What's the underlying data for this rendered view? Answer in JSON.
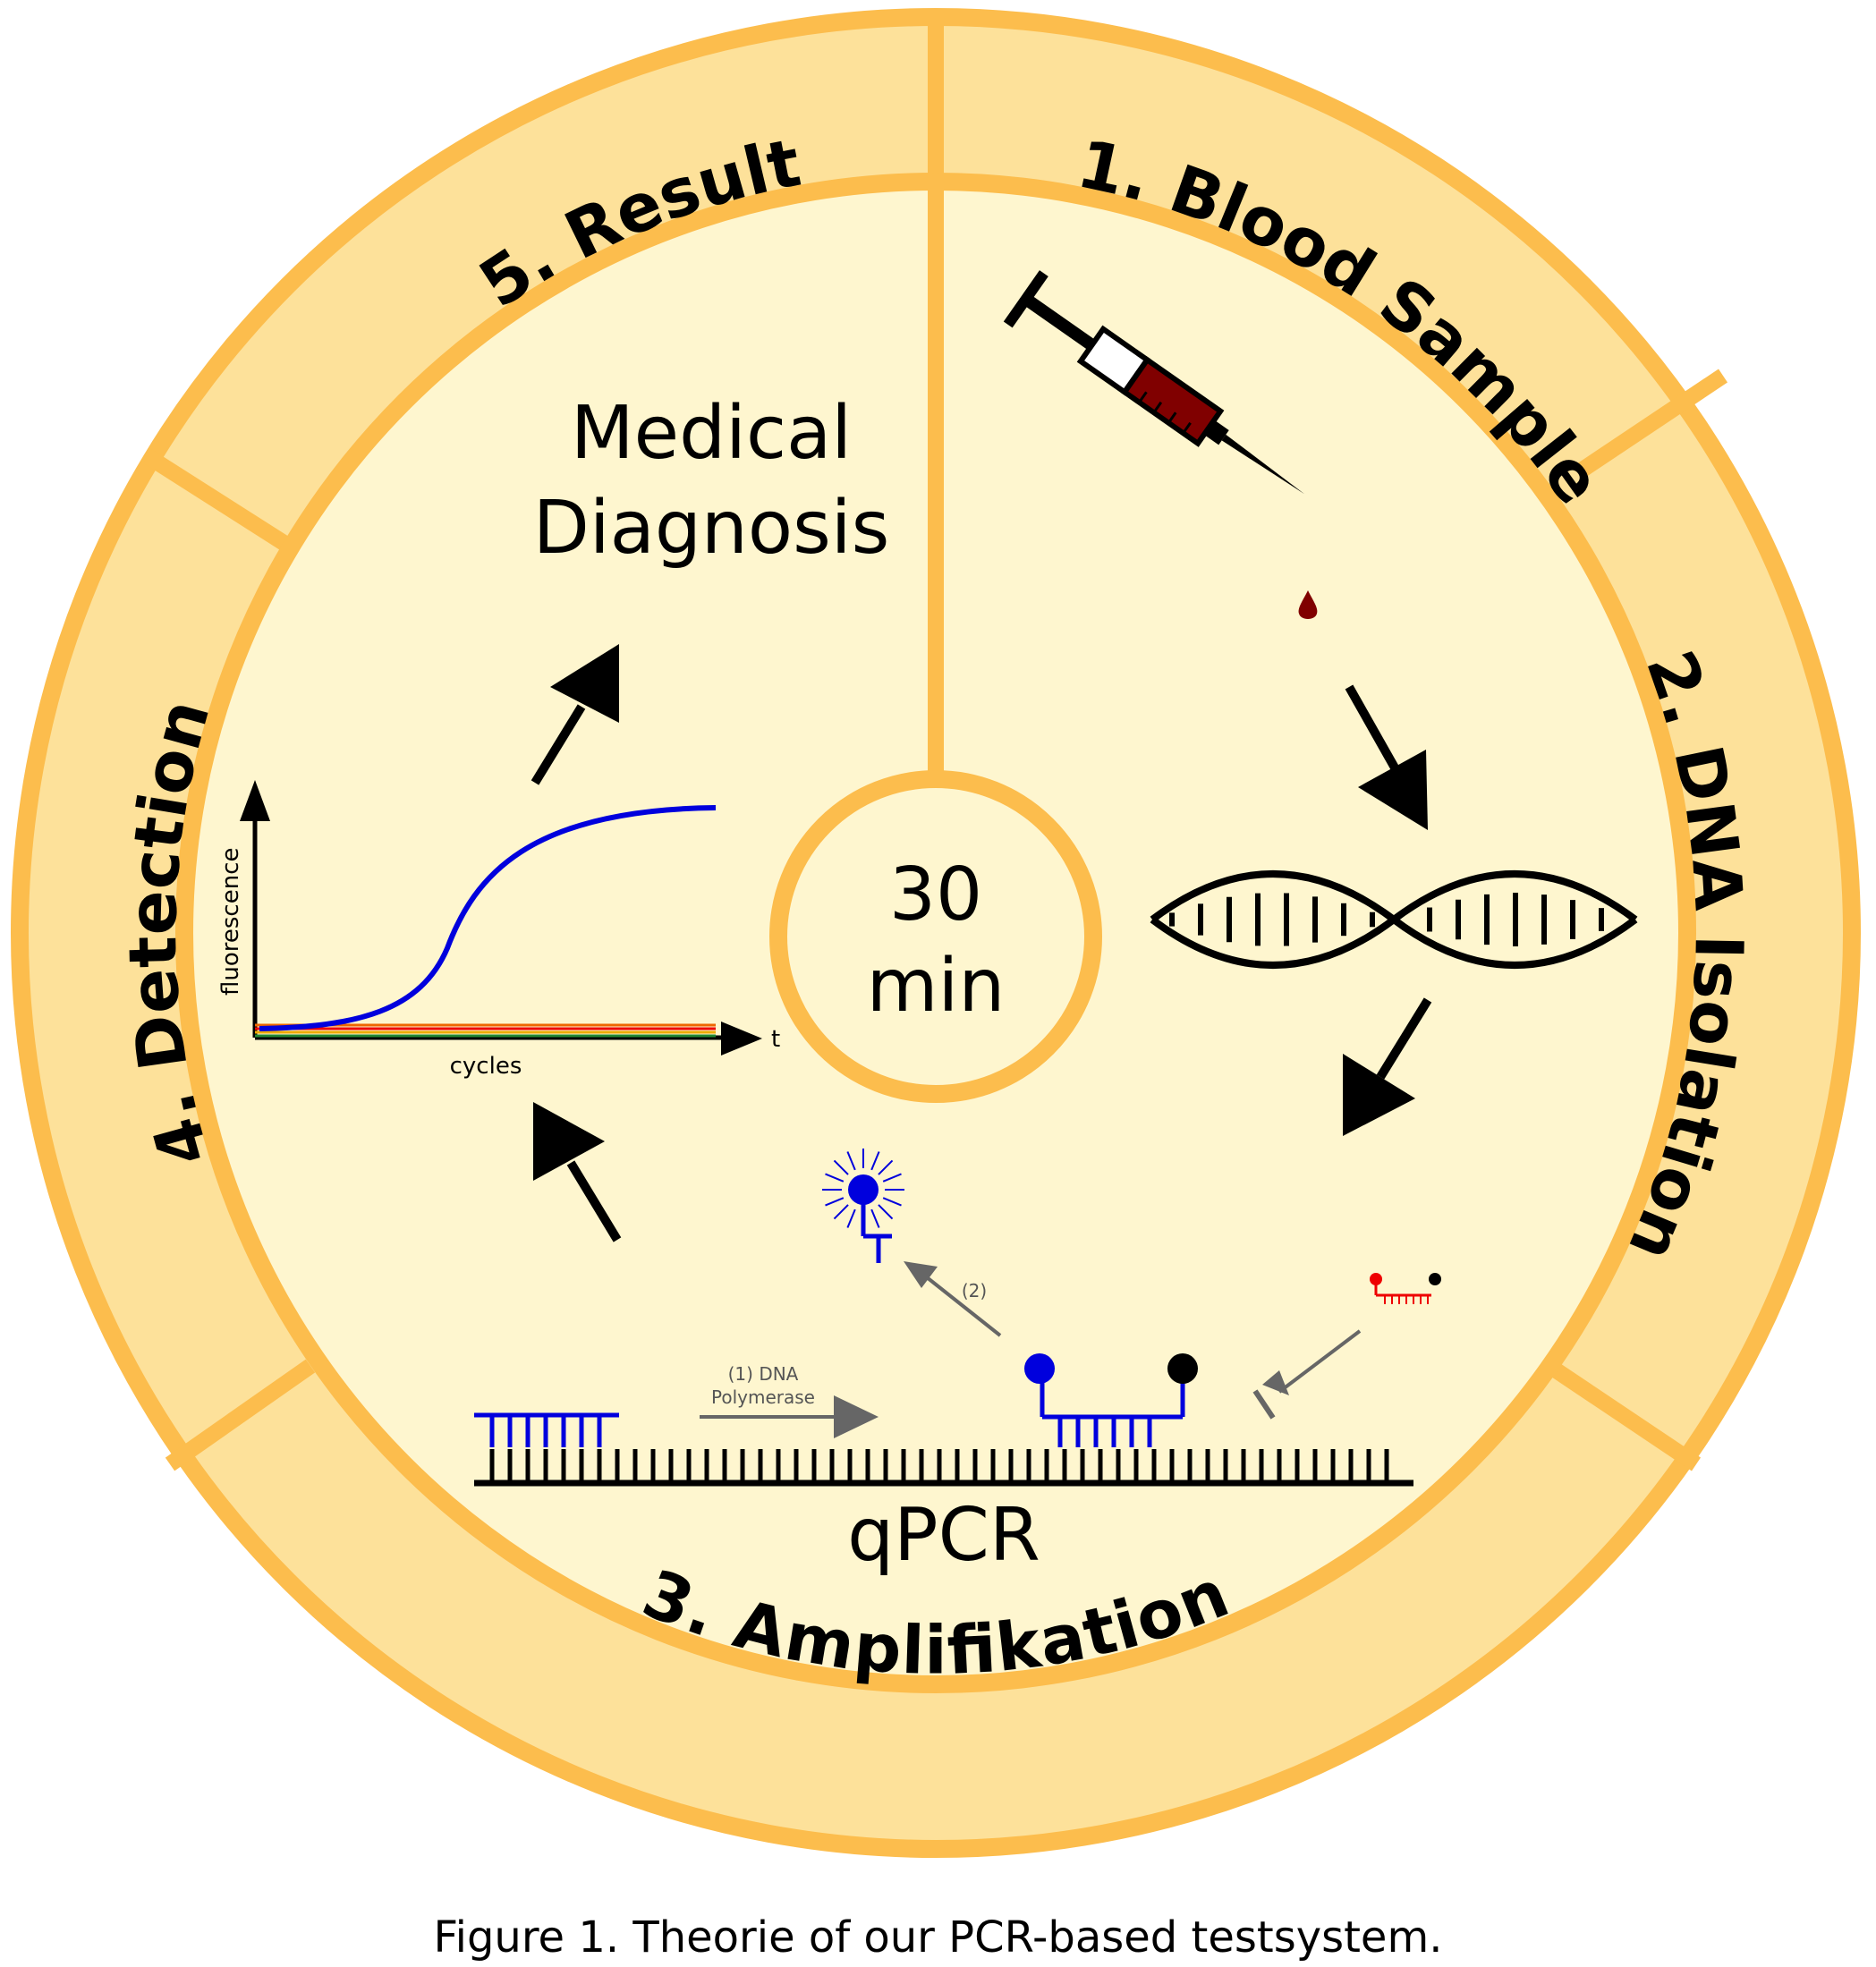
{
  "segments": {
    "s1": "1. Blood Sample",
    "s2": "2. DNA Isolation",
    "s3": "3. Amplifikation",
    "s4": "4. Detection",
    "s5": "5. Result"
  },
  "center": {
    "line1": "30",
    "line2": "min"
  },
  "result": {
    "line1": "Medical",
    "line2": "Diagnosis"
  },
  "qpcr": {
    "title": "qPCR",
    "polymerase_line1": "(1) DNA",
    "polymerase_line2": "Polymerase",
    "step2": "(2)"
  },
  "plot": {
    "ylabel": "fluorescence",
    "xlabel": "cycles",
    "t_label": "t"
  },
  "caption": "Figure 1. Theorie of our  PCR-based testsystem.",
  "colors": {
    "ring": "#fcbd4d",
    "ring_fill": "#fde19a",
    "inner_fill": "#fef6cf",
    "blood": "#800000",
    "probe": "#0000dd",
    "quencher_red": "#ee0000",
    "gray_arrow": "#666666"
  },
  "icons": [
    "syringe-icon",
    "blood-drop-icon",
    "dna-helix-icon",
    "fluorescent-probe-icon",
    "free-probe-icon"
  ]
}
